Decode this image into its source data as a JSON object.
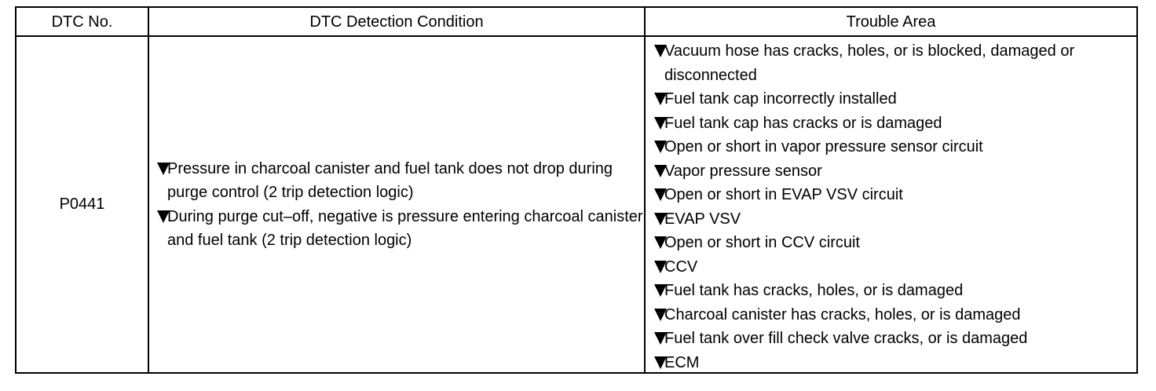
{
  "headers": {
    "dtc_no": "DTC No.",
    "condition": "DTC Detection Condition",
    "trouble_area": "Trouble Area"
  },
  "row": {
    "dtc": "P0441",
    "conditions": [
      "Pressure in charcoal canister and fuel tank does not drop during purge control (2 trip detection logic)",
      "During purge cut–off, negative is pressure entering charcoal canister and fuel tank (2 trip detection logic)"
    ],
    "trouble_areas": [
      "Vacuum hose has cracks, holes, or is blocked, damaged or disconnected",
      "Fuel tank cap incorrectly installed",
      "Fuel tank cap has cracks or is damaged",
      "Open or short in vapor pressure sensor circuit",
      "Vapor pressure sensor",
      "Open or short in EVAP VSV circuit",
      "EVAP VSV",
      "Open or short in CCV circuit",
      "CCV",
      "Fuel tank has cracks, holes, or is damaged",
      "Charcoal canister has cracks, holes, or is damaged",
      "Fuel tank over fill check valve cracks, or is damaged",
      "ECM"
    ]
  },
  "bullet_icon": "down-triangle-icon"
}
